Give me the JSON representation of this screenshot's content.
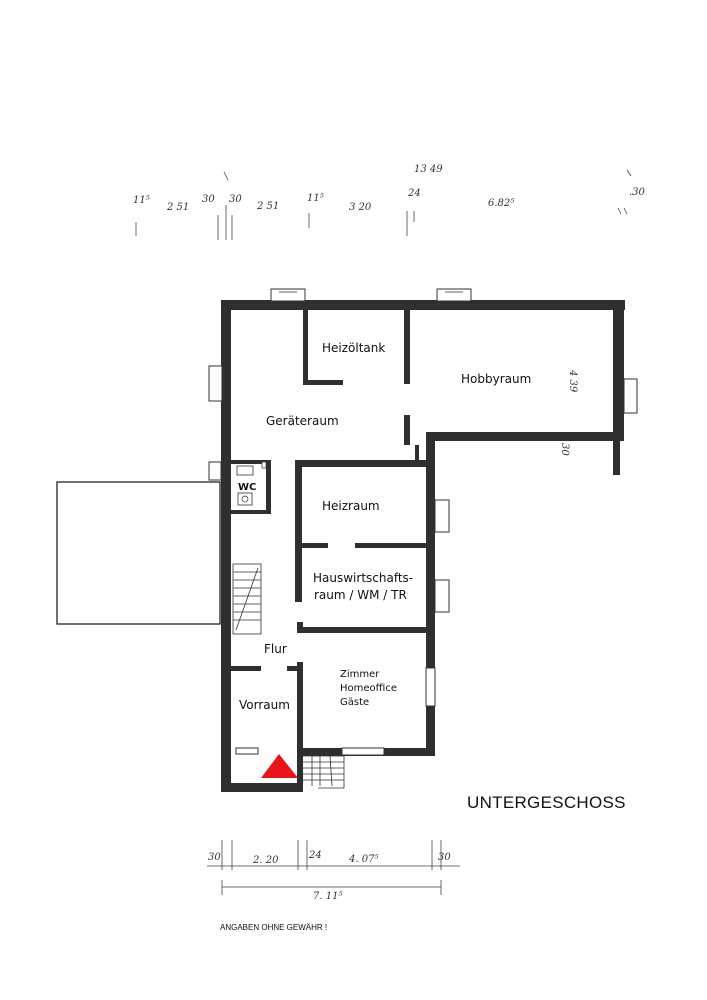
{
  "rooms": {
    "heizoeltank": "Heizöltank",
    "hobbyraum": "Hobbyraum",
    "geraeteraum": "Geräteraum",
    "wc": "WC",
    "heizraum": "Heizraum",
    "hwr_line1": "Hauswirtschafts-",
    "hwr_line2": "raum / WM / TR",
    "flur": "Flur",
    "vorraum": "Vorraum",
    "zimmer_line1": "Zimmer",
    "zimmer_line2": "Homeoffice",
    "zimmer_line3": "Gäste"
  },
  "floor_title": "UNTERGESCHOSS",
  "disclaimer": "ANGABEN OHNE GEWÄHR !",
  "dimensions_top": {
    "total": "13 49",
    "d1": "11⁵",
    "d2": "2 51",
    "d3": "30",
    "d4": "30",
    "d5": "2 51",
    "d6": "11⁵",
    "d7": "3 20",
    "d8": "24",
    "d9": "6.82⁵",
    "d10": ".30"
  },
  "dimensions_right": {
    "hobby_depth": "4 39",
    "wall": "30"
  },
  "dimensions_bottom": {
    "d1": "30",
    "d2": "2. 20",
    "d3": "24",
    "d4": "4. 07⁵",
    "d5": "30",
    "total": "7. 11⁵"
  },
  "colors": {
    "wall": "#2f2f2f",
    "entrance_marker": "#e8141b"
  }
}
